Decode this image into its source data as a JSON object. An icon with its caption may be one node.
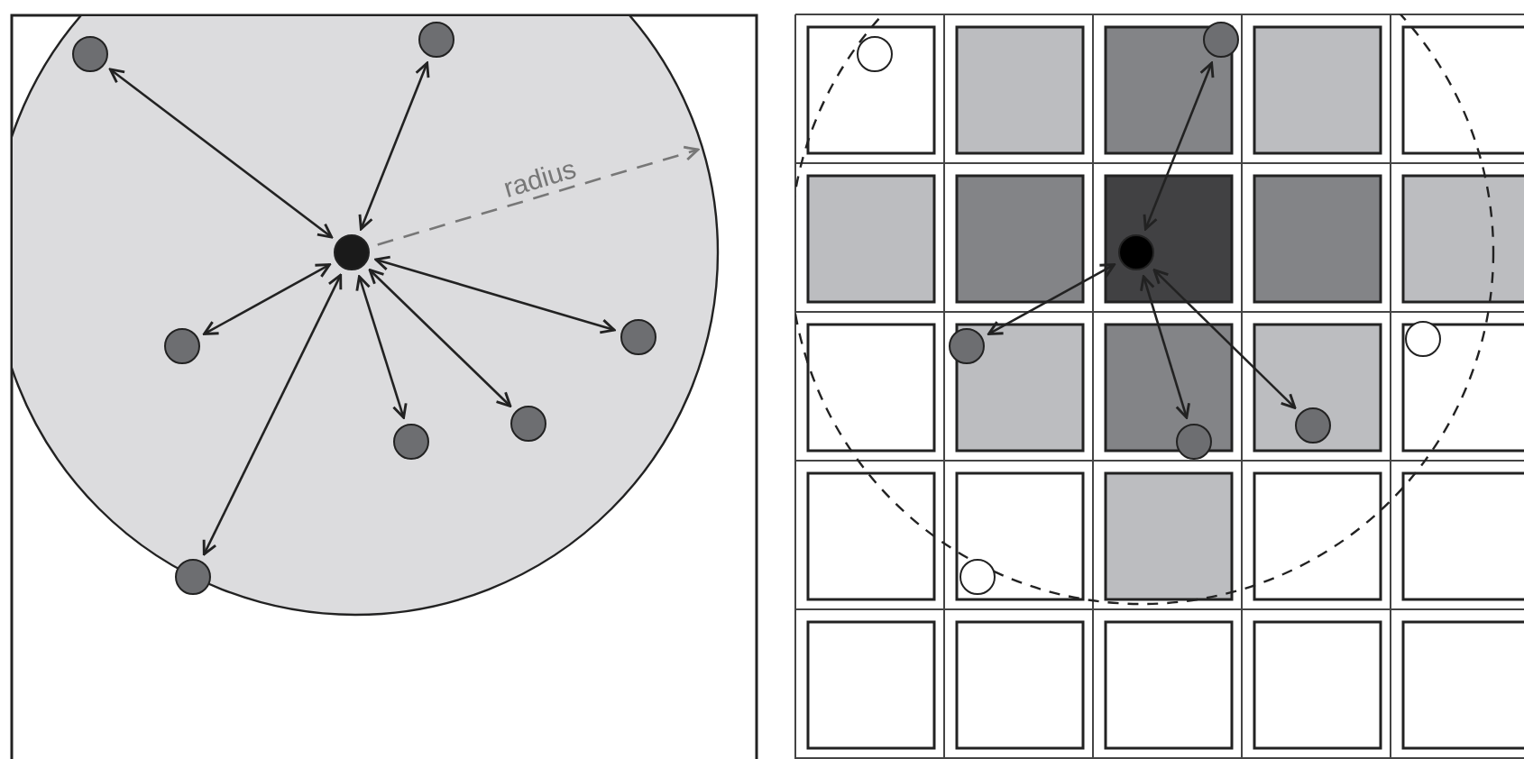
{
  "diagram": {
    "nodes": [
      {
        "text": [],
        "shape": "circle"
      },
      {
        "text": [],
        "shape": "circle"
      },
      {
        "text": [],
        "shape": "circle"
      },
      {
        "text": [],
        "shape": "circle"
      },
      {
        "text": [],
        "shape": "circle"
      },
      {
        "text": [],
        "shape": "circle"
      },
      {
        "text": [],
        "shape": "circle"
      },
      {
        "text": [],
        "shape": "circle"
      },
      {
        "text": [],
        "shape": "circle"
      },
      {
        "text": [],
        "shape": "circle"
      },
      {
        "text": [],
        "shape": "circle"
      },
      {
        "text": [],
        "shape": "circle"
      },
      {
        "text": [],
        "shape": "circle"
      },
      {
        "text": [],
        "shape": "circle"
      },
      {
        "text": [],
        "shape": "circle"
      },
      {
        "text": [],
        "shape": "circle"
      }
    ],
    "edges": [
      {
        "from": 0,
        "to": 1,
        "arrow": "both"
      },
      {
        "from": 0,
        "to": 2,
        "arrow": "both"
      },
      {
        "from": 0,
        "to": 3,
        "arrow": "both"
      },
      {
        "from": 0,
        "to": 4,
        "arrow": "both"
      },
      {
        "from": 0,
        "to": 5,
        "arrow": "both"
      },
      {
        "from": 0,
        "to": 6,
        "arrow": "both"
      },
      {
        "from": 0,
        "to": 7,
        "arrow": "both"
      },
      {
        "from": 0,
        "to": null,
        "arrow": "to",
        "label": "radius",
        "style": "dashed",
        "color": "#777777"
      },
      {
        "from": 8,
        "to": 9,
        "arrow": "both"
      },
      {
        "from": 8,
        "to": 10,
        "arrow": "both"
      },
      {
        "from": 8,
        "to": 11,
        "arrow": "both"
      },
      {
        "from": 8,
        "to": 12,
        "arrow": "both"
      }
    ]
  }
}
